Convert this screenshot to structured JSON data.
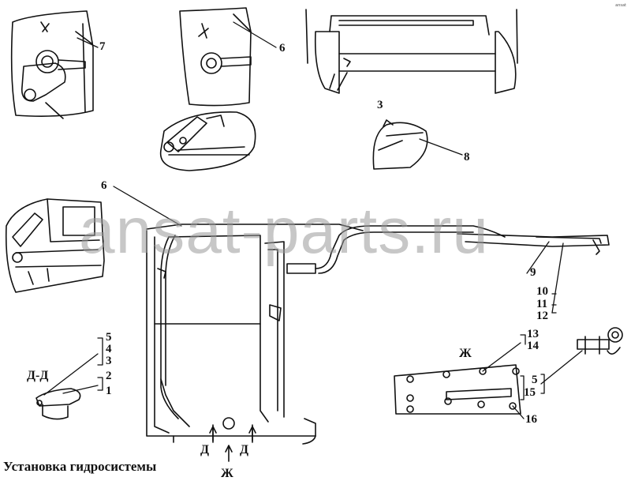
{
  "title": "Установка гидросистемы",
  "watermark": "ansat-parts.ru",
  "corner_mark": "ansat",
  "callouts": {
    "c7": "7",
    "c6_top": "6",
    "c3": "3",
    "c8": "8",
    "c6_main": "6",
    "c9": "9",
    "c10": "10",
    "c11": "11",
    "c12": "12",
    "c13": "13",
    "c14": "14",
    "c5_right": "5",
    "c15": "15",
    "c16": "16",
    "zh_label": "Ж",
    "zh_view": "Ж",
    "dd_label": "Д-Д",
    "d_left": "Д",
    "d_right": "Д",
    "c5_left": "5",
    "c4": "4",
    "c3_left": "3",
    "c2": "2",
    "c1": "1"
  }
}
